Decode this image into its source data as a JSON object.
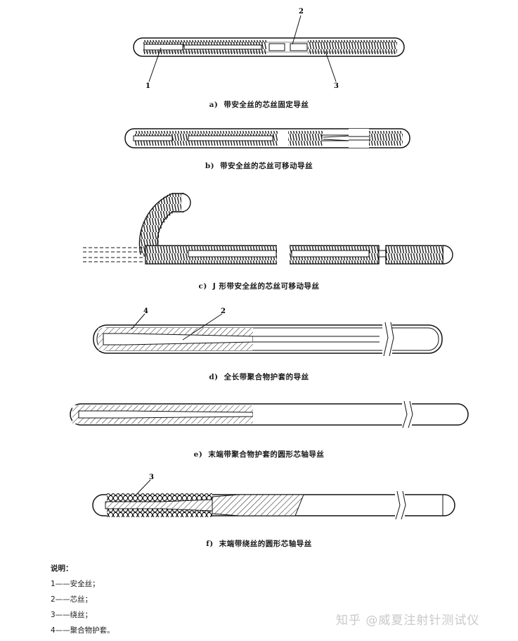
{
  "figures": [
    {
      "letter": "a)",
      "caption": "带安全丝的芯丝固定导丝"
    },
    {
      "letter": "b)",
      "caption": "带安全丝的芯丝可移动导丝"
    },
    {
      "letter": "c)",
      "caption": "J 形带安全丝的芯丝可移动导丝"
    },
    {
      "letter": "d)",
      "caption": "全长带聚合物护套的导丝"
    },
    {
      "letter": "e)",
      "caption": "末端带聚合物护套的圆形芯轴导丝"
    },
    {
      "letter": "f)",
      "caption": "末端带绕丝的圆形芯轴导丝"
    }
  ],
  "callouts": {
    "n1": "1",
    "n2": "2",
    "n3": "3",
    "n4": "4"
  },
  "legend": {
    "title": "说明：",
    "items": [
      "1——安全丝；",
      "2——芯丝；",
      "3——绕丝；",
      "4——聚合物护套。"
    ]
  },
  "watermark": "知乎 @威夏注射针测试仪"
}
